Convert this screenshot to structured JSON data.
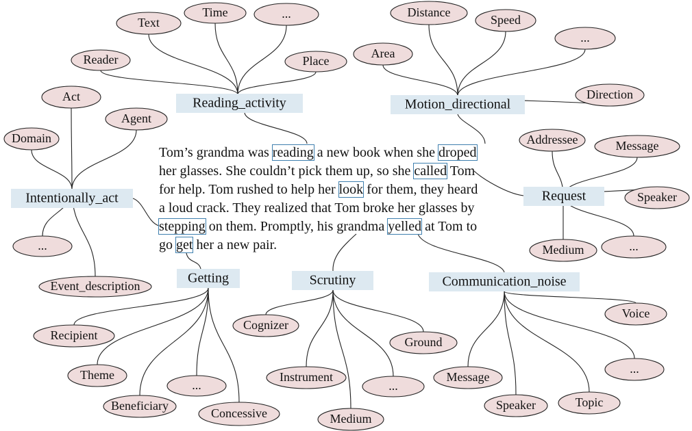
{
  "colors": {
    "frame_box": "#dde9f1",
    "element_oval_fill": "#efdcdc",
    "element_oval_stroke": "#222222",
    "connector": "#222222",
    "trigger_box_stroke": "#3e7fae"
  },
  "story": {
    "lines": [
      [
        {
          "t": "Tom’s grandma was "
        },
        {
          "t": "reading",
          "hl": true
        },
        {
          "t": " a new book when she "
        },
        {
          "t": "droped",
          "hl": true
        }
      ],
      [
        {
          "t": "her glasses. She couldn’t pick them up, so she "
        },
        {
          "t": "called",
          "hl": true
        },
        {
          "t": " Tom"
        }
      ],
      [
        {
          "t": "for help. Tom rushed to help her "
        },
        {
          "t": "look",
          "hl": true
        },
        {
          "t": " for them, they heard"
        }
      ],
      [
        {
          "t": "a loud crack. They realized that Tom broke her glasses by"
        }
      ],
      [
        {
          "t": "stepping",
          "hl": true
        },
        {
          "t": " on them. Promptly, his grandma "
        },
        {
          "t": "yelled",
          "hl": true
        },
        {
          "t": " at Tom to"
        }
      ],
      [
        {
          "t": "go "
        },
        {
          "t": "get",
          "hl": true
        },
        {
          "t": " her a new pair."
        }
      ]
    ]
  },
  "frames": [
    {
      "id": "reading_activity",
      "name": "Reading_activity",
      "elements": [
        "Text",
        "Time",
        "...",
        "Reader",
        "Place"
      ]
    },
    {
      "id": "motion_directional",
      "name": "Motion_directional",
      "elements": [
        "Distance",
        "Speed",
        "Area",
        "...",
        "Direction"
      ]
    },
    {
      "id": "intentionally_act",
      "name": "Intentionally_act",
      "elements": [
        "Act",
        "Domain",
        "Agent",
        "...",
        "Event_description"
      ]
    },
    {
      "id": "request",
      "name": "Request",
      "elements": [
        "Addressee",
        "Message",
        "Speaker",
        "Medium",
        "..."
      ]
    },
    {
      "id": "getting",
      "name": "Getting",
      "elements": [
        "Recipient",
        "Theme",
        "Beneficiary",
        "...",
        "Concessive"
      ]
    },
    {
      "id": "scrutiny",
      "name": "Scrutiny",
      "elements": [
        "Cognizer",
        "Ground",
        "Instrument",
        "...",
        "Medium"
      ]
    },
    {
      "id": "communication_noise",
      "name": "Communication_noise",
      "elements": [
        "Voice",
        "...",
        "Message",
        "Topic",
        "Speaker"
      ]
    }
  ]
}
